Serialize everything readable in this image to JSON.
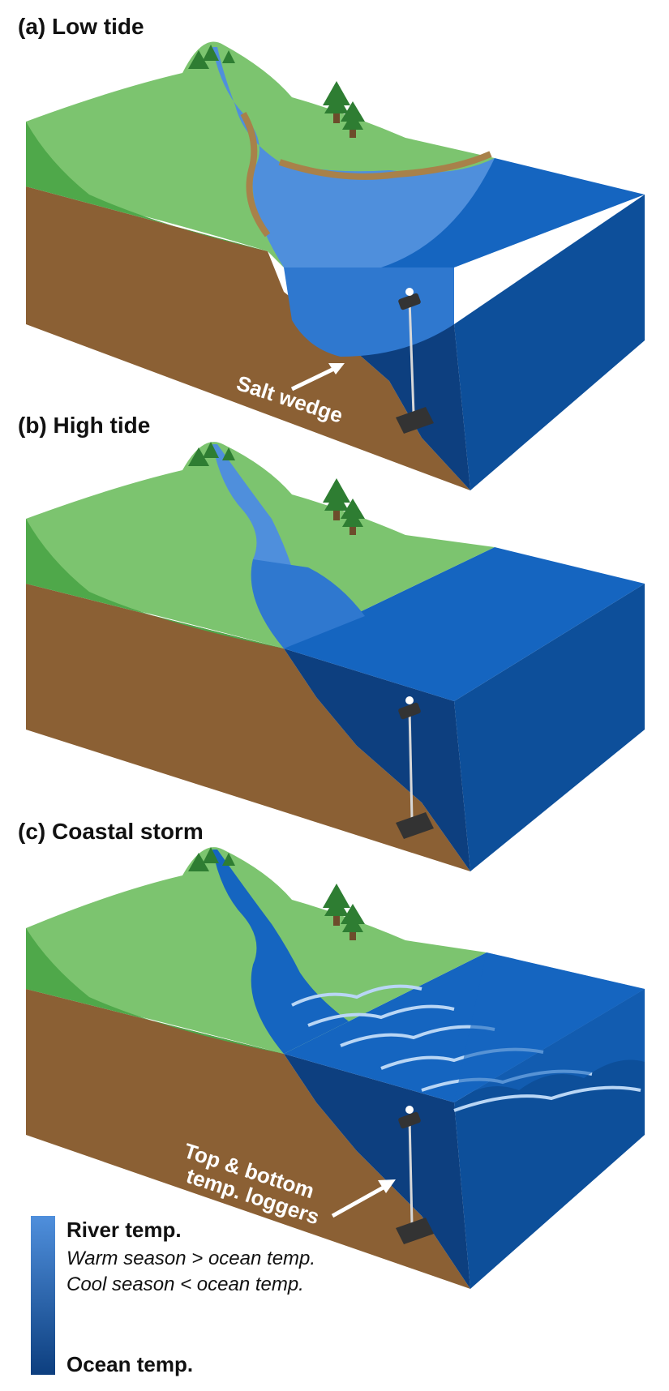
{
  "panels": [
    {
      "id": "a",
      "title": "(a) Low tide",
      "callout": [
        "Salt wedge"
      ]
    },
    {
      "id": "b",
      "title": "(b) High tide"
    },
    {
      "id": "c",
      "title": "(c) Coastal storm",
      "callout": [
        "Top & bottom",
        "temp. loggers"
      ]
    }
  ],
  "legend": {
    "river_label": "River temp.",
    "warm_line": "Warm season > ocean temp.",
    "cool_line": "Cool season < ocean temp.",
    "ocean_label": "Ocean temp."
  },
  "colors": {
    "land_light": "#7cc46f",
    "land_dark": "#4fa84a",
    "soil": "#8b6034",
    "river": "#4f8fdc",
    "ocean_top": "#1565c0",
    "ocean_side": "#0d4f9a",
    "ocean_deep": "#0d3f7f",
    "sand": "#a8814a",
    "tree": "#2e7d32",
    "trunk": "#6d4c2b",
    "logger": "#333333",
    "foam": "#b9d6f5"
  }
}
